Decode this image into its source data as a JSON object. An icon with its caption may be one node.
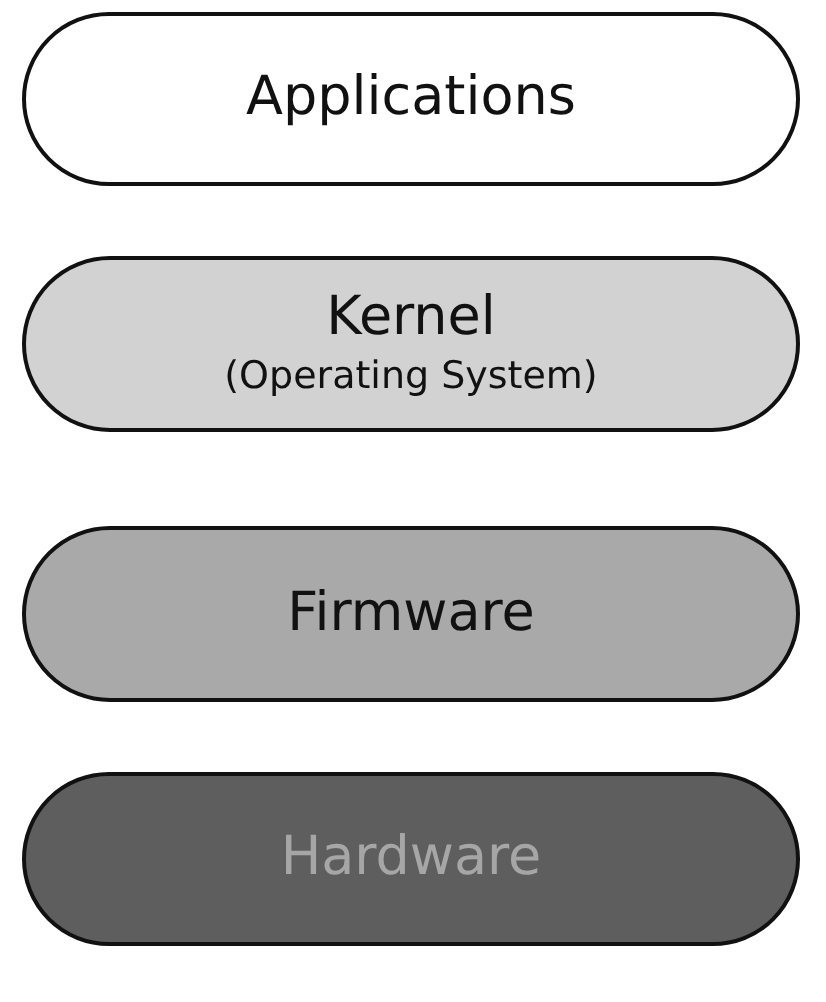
{
  "diagram": {
    "nodes": [
      {
        "text": [
          "Applications"
        ]
      },
      {
        "text": [
          "Kernel",
          "(Operating System)"
        ]
      },
      {
        "text": [
          "Firmware"
        ]
      },
      {
        "text": [
          "Hardware"
        ]
      }
    ]
  }
}
